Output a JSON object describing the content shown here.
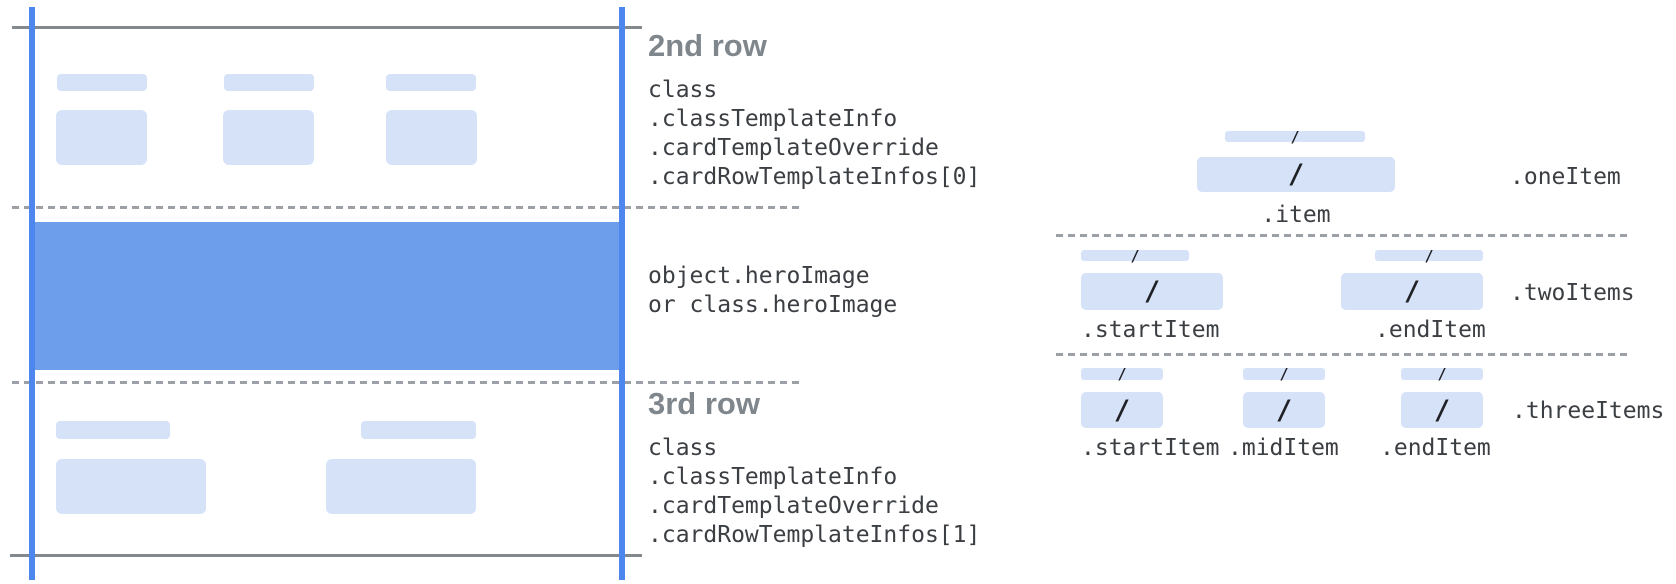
{
  "annotations": {
    "row2": {
      "heading": "2nd row",
      "code": [
        "class",
        ".classTemplateInfo",
        ".cardTemplateOverride",
        ".cardRowTemplateInfos[0]"
      ]
    },
    "hero": {
      "code": [
        "object.heroImage",
        "or class.heroImage"
      ]
    },
    "row3": {
      "heading": "3rd row",
      "code": [
        "class",
        ".classTemplateInfo",
        ".cardTemplateOverride",
        ".cardRowTemplateInfos[1]"
      ]
    }
  },
  "items_panel": {
    "slash": "/",
    "sections": [
      {
        "name": ".oneItem",
        "items": [
          ".item"
        ]
      },
      {
        "name": ".twoItems",
        "items": [
          ".startItem",
          ".endItem"
        ]
      },
      {
        "name": ".threeItems",
        "items": [
          ".startItem",
          ".midItem",
          ".endItem"
        ]
      }
    ]
  },
  "colors": {
    "accent_blue": "#4c86ee",
    "hero_blue": "#6d9eeb",
    "placeholder_blue": "#d6e2f8",
    "solid_line_gray": "#84898e",
    "dashed_line_gray": "#9aa0a6",
    "heading_gray": "#7f868c",
    "code_text": "#3b3e42"
  }
}
